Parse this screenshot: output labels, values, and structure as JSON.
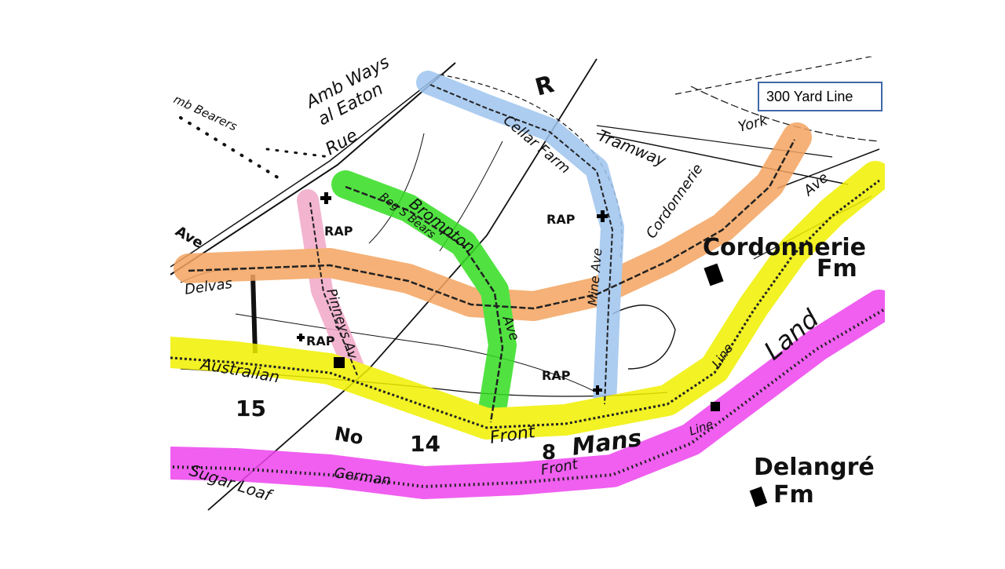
{
  "legend": {
    "label": "300 Yard Line"
  },
  "map_labels": {
    "amb_ways": "Amb Ways",
    "eaton": "al Eaton",
    "rue": "Rue",
    "r": "R",
    "bearers": "mb Bearers",
    "ave_left": "Ave",
    "delvas": "Delvas",
    "brompton": "Brompton",
    "reg_bearers": "Reg S Bears",
    "celtic_farm": "Cellar Farm",
    "tramway": "Tramway",
    "cordonnerie_curved": "Cordonnerie",
    "york": "York",
    "ave_right": "Ave",
    "cordonnerie": "Cordonnerie",
    "fm": "Fm",
    "rap_1": "RAP",
    "rap_2": "RAP",
    "rap_3": "RAP",
    "rap_4": "RAP",
    "pinneys": "Pinneys Av",
    "brompton_ave": "Ave",
    "mine_ave": "Mine Ave",
    "australian": "Australian",
    "front": "Front",
    "line": "Line",
    "land": "Land",
    "num_15": "15",
    "no": "No",
    "num_14": "14",
    "num_8": "8",
    "mans": "Mans",
    "german": "German",
    "front_german": "Front",
    "line_german": "Line",
    "sugar_loaf": "Sugar Loaf",
    "delangre": "Delangré",
    "delangre_fm": "Fm"
  },
  "highlights": {
    "orange": "#f4a460",
    "yellow": "#f0f000",
    "magenta": "#ee44ee",
    "green": "#33dd22",
    "blue": "#9ec4ee",
    "pink": "#f2a8c8"
  }
}
